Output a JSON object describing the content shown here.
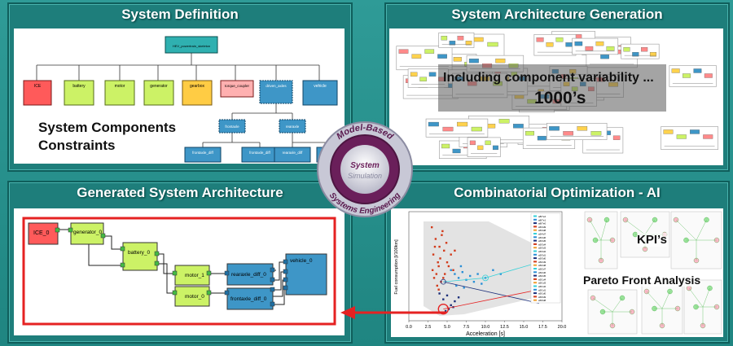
{
  "panels": {
    "definition": {
      "title": "System Definition",
      "caption_line1": "System Components",
      "caption_line2": "Constraints"
    },
    "generation": {
      "title": "System Architecture Generation",
      "caption_line1": "Including component variability ...",
      "caption_line2": "1000’s"
    },
    "generated": {
      "title": "Generated System Architecture"
    },
    "optimization": {
      "title": "Combinatorial Optimization - AI",
      "kpi_label": "KPI’s",
      "pareto_label": "Pareto Front Analysis"
    }
  },
  "badge": {
    "ring_top": "Model-Based",
    "ring_bottom": "Systems Engineering",
    "center_line1": "System",
    "center_line2": "Simulation"
  },
  "definition_tree": {
    "root": "HEV_powertrain_skeleton",
    "components": [
      "ICE",
      "battery",
      "motor",
      "generator",
      "gearbox",
      "torque_coupler",
      "driven_axles",
      "vehicle"
    ],
    "sub": [
      "frontaxle",
      "rearaxle"
    ],
    "leaves": [
      "frontaxle_diff",
      "frontaxle_diff",
      "rearaxle_diff",
      "rearaxle"
    ]
  },
  "architecture": {
    "blocks": [
      "ICE_0",
      "generator_0",
      "battery_0",
      "motor_1",
      "motor_0",
      "rearaxle_diff_0",
      "frontaxle_diff_0",
      "vehicle_0"
    ]
  },
  "colors": {
    "ice": "#ff5a5a",
    "green": "#ccf266",
    "blue": "#3e96c7",
    "arrow": "#e52222",
    "panel": "#1e7e7b"
  },
  "chart_data": {
    "type": "scatter",
    "xlabel": "Acceleration [s]",
    "ylabel": "Fuel consumption [l/100km]",
    "xticks": [
      "0.0",
      "2.5",
      "5.0",
      "7.5",
      "10.0",
      "12.5",
      "15.0",
      "17.5",
      "20.0"
    ],
    "xlim": [
      0,
      20
    ],
    "legend": [
      "a8f7e2",
      "a8f7e1",
      "a8f7e0",
      "a5f4d9",
      "a5f4d8",
      "a5f4d7",
      "a5f4d6",
      "a5f3d5",
      "a5f3d4",
      "a5f3d3",
      "a5f3d2",
      "a5f3d1",
      "a5f3d0",
      "a5f2d9",
      "a5f2d8",
      "a5f2d7",
      "a5f2d6",
      "a5f2d5",
      "a5f1d4",
      "a5f1d3",
      "a5f1d2",
      "a5f1d1",
      "a5f1d0",
      "a5f0d9",
      "a5f0d8"
    ],
    "series": [
      {
        "x": [
          3.0,
          3.5,
          4.0,
          3.2,
          4.3,
          3.8,
          4.6,
          3.1,
          4.9,
          3.6,
          4.1,
          5.2,
          3.3,
          4.4,
          3.9,
          4.7,
          5.5,
          3.4,
          4.2,
          3.7,
          5.0,
          6.0,
          4.5,
          3.9,
          5.8
        ],
        "y": [
          24,
          21,
          19,
          17,
          22,
          15,
          18,
          13,
          20,
          12,
          16,
          14,
          11,
          23,
          14,
          12,
          17,
          19,
          10,
          9,
          15,
          18,
          11,
          8,
          13
        ]
      },
      {
        "x": [
          5.5,
          6.0,
          6.5,
          7.0,
          7.5,
          8.0,
          9.0,
          6.2,
          7.2,
          8.5,
          10.0,
          11.0,
          12.0,
          6.8,
          9.5
        ],
        "y": [
          13,
          12,
          11,
          12.5,
          10.5,
          11.5,
          12,
          9,
          8.5,
          10,
          11,
          13,
          12,
          14,
          9.5
        ]
      },
      {
        "x": [
          4.0,
          4.5,
          5.0,
          5.5,
          6.0,
          6.5,
          5.2,
          4.8,
          5.8
        ],
        "y": [
          7,
          5.5,
          6.5,
          4,
          5,
          6,
          3,
          2.5,
          3.5
        ]
      }
    ]
  }
}
